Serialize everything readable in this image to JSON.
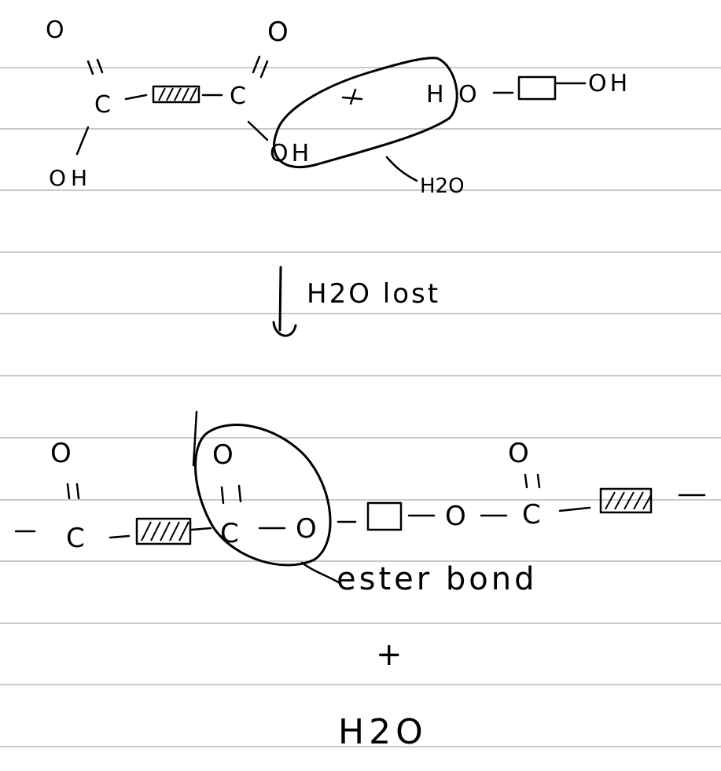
{
  "notebook": {
    "ruled_line_color": "#c9c9c9",
    "ink_color": "#000000"
  },
  "reactants": {
    "acid": {
      "carbonyl_o_left": "O",
      "double_bond_left": "=",
      "carbon_left": "C",
      "hydroxyl_left": "OH",
      "carbonyl_o_right": "O",
      "carbon_right": "C",
      "hydroxyl_right": "OH",
      "r_group_icon": "hatched-rectangle"
    },
    "alcohol": {
      "hydrogen": "H",
      "oxygen": "O",
      "terminal_hydroxyl": "OH",
      "r_group_icon": "open-rectangle"
    },
    "byproduct_label": "H2O"
  },
  "reaction_arrow": {
    "label": "H2O lost"
  },
  "product": {
    "carbonyl_o_left": "O",
    "carbon_left": "C",
    "carbonyl_o_middle": "O",
    "carbon_middle": "C",
    "ester_oxygen": "O",
    "oxygen_right": "O",
    "carbonyl_o_right": "O",
    "carbon_right": "C",
    "ester_bond_label": "ester bond"
  },
  "plus_sign": "+",
  "water": "H2O"
}
